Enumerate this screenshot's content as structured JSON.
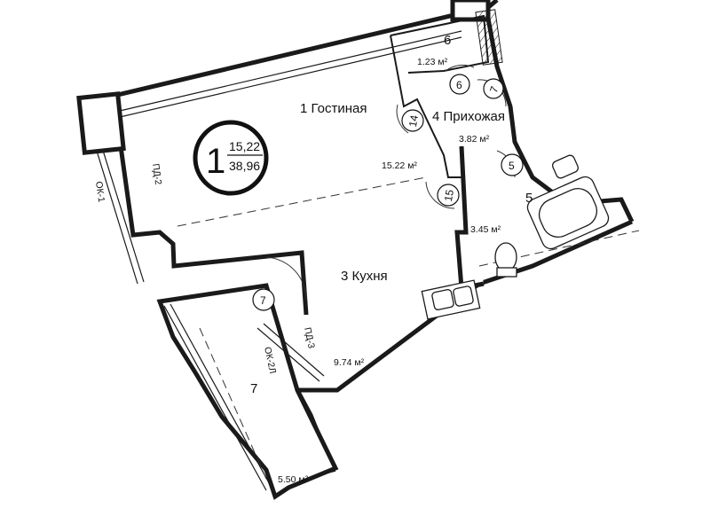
{
  "rooms": {
    "living": {
      "label": "1 Гостиная",
      "area": "15.22 м²"
    },
    "hall": {
      "label": "4 Прихожая",
      "area": "3.82 м²"
    },
    "kitchen": {
      "label": "3 Кухня",
      "area": "9.74 м²"
    },
    "storage": {
      "label": "6",
      "area": "1.23 м²"
    },
    "bathroom": {
      "label": "5",
      "area": "3.45 м²"
    },
    "balcony": {
      "label": "7",
      "area": "5.50 м²"
    }
  },
  "badge": {
    "number": "1",
    "living_area": "15,22",
    "total_area": "38,96"
  },
  "doors": [
    "6",
    "7",
    "14",
    "5",
    "15",
    "7"
  ],
  "window_labels": {
    "pd2": "ПД-2",
    "ok1": "ОК-1",
    "pd3": "ПД-3",
    "ok2l": "ОК-2Л"
  }
}
